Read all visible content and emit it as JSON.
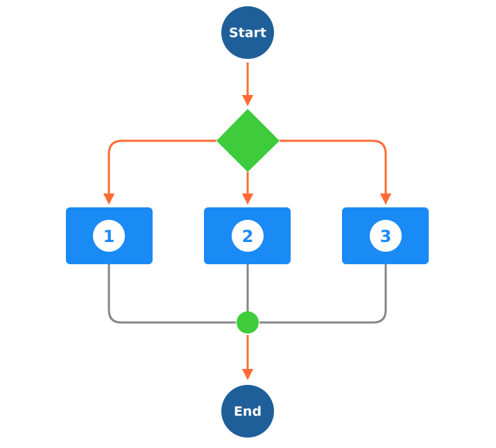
{
  "nodes": {
    "start": {
      "label": "Start"
    },
    "end": {
      "label": "End"
    },
    "steps": [
      {
        "label": "1"
      },
      {
        "label": "2"
      },
      {
        "label": "3"
      }
    ]
  },
  "colors": {
    "terminal": "#1f5f99",
    "decision": "#3ecb3c",
    "process": "#1a8af5",
    "process_circle": "#ffffff",
    "arrow": "#ff6b35",
    "merge_line": "#858585",
    "merge_dot": "#3ecb3c"
  }
}
